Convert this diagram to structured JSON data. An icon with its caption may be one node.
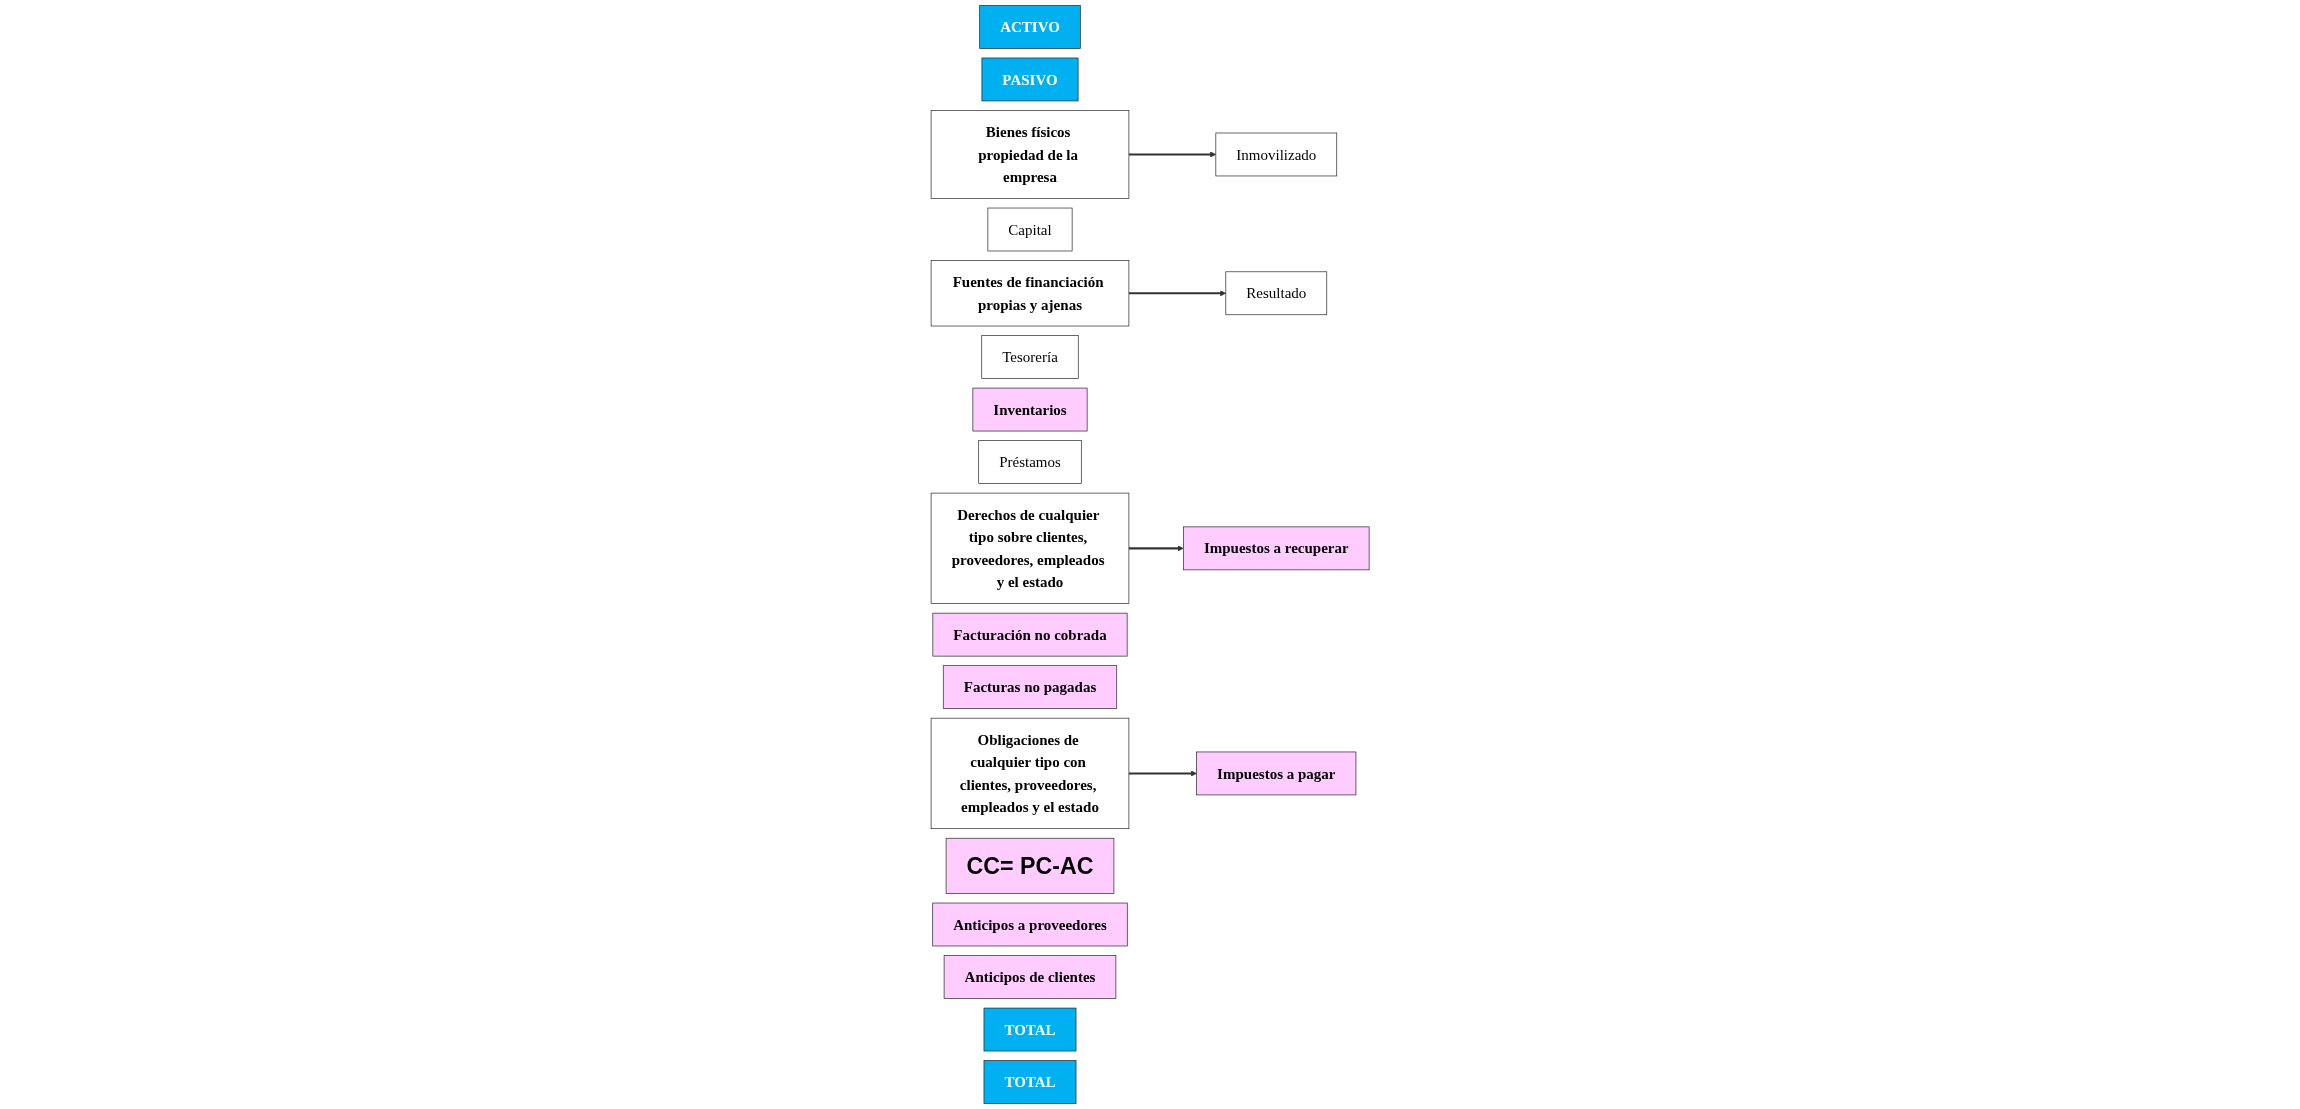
{
  "diagram": {
    "nodes": [
      {
        "text": [
          "ACTIVO"
        ]
      },
      {
        "text": [
          "PASIVO"
        ]
      },
      {
        "text": [
          "Bienes físicos propiedad de la empresa"
        ]
      },
      {
        "text": [
          "Inmovilizado"
        ]
      },
      {
        "text": [
          "Capital"
        ]
      },
      {
        "text": [
          "Fuentes de financiación propias y ajenas"
        ]
      },
      {
        "text": [
          "Tesorería"
        ]
      },
      {
        "text": [
          "Resultado"
        ]
      },
      {
        "text": [
          "Inventarios"
        ]
      },
      {
        "text": [
          "Préstamos"
        ]
      },
      {
        "text": [
          "Derechos de cualquier tipo sobre clientes, proveedores, empleados y el estado"
        ]
      },
      {
        "text": [
          "Facturación no cobrada"
        ]
      },
      {
        "text": [
          "Facturas no pagadas"
        ]
      },
      {
        "text": [
          "Obligaciones de cualquier tipo con clientes, proveedores, empleados y el estado"
        ]
      },
      {
        "text": [
          "Impuestos a recuperar"
        ]
      },
      {
        "text": [
          "CC= PC-AC"
        ]
      },
      {
        "text": [
          "Impuestos a pagar"
        ]
      },
      {
        "text": [
          "Anticipos a proveedores"
        ]
      },
      {
        "text": [
          "Anticipos de clientes"
        ]
      },
      {
        "text": [
          "TOTAL"
        ]
      },
      {
        "text": [
          "TOTAL"
        ]
      }
    ],
    "edges": [
      {
        "from": 2,
        "to": 3,
        "arrow": "to"
      },
      {
        "from": 5,
        "to": 7,
        "arrow": "to"
      },
      {
        "from": 10,
        "to": 14,
        "arrow": "to"
      },
      {
        "from": 13,
        "to": 16,
        "arrow": "to"
      }
    ]
  }
}
